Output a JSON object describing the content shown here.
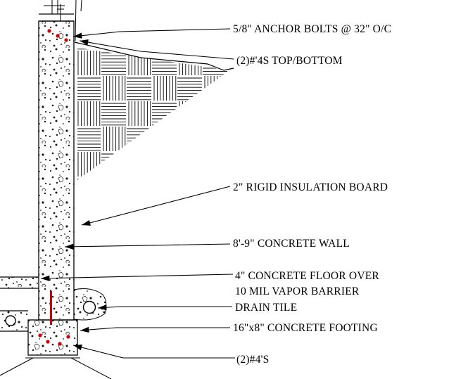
{
  "drawing": {
    "labels": {
      "anchor_bolts": "5/8\" ANCHOR BOLTS @ 32\" O/C",
      "top_bottom_rebar": "(2)#'4S TOP/BOTTOM",
      "insulation": "2\" RIGID INSULATION BOARD",
      "concrete_wall": "8'-9\" CONCRETE WALL",
      "floor_line1": "4\" CONCRETE FLOOR OVER",
      "floor_line2": "10 MIL VAPOR BARRIER",
      "drain_tile": "DRAIN TILE",
      "footing": "16\"x8\" CONCRETE FOOTING",
      "footing_rebar": "(2)#4'S"
    },
    "colors": {
      "line": "#000000",
      "rebar": "#cc0000",
      "background": "#ffffff"
    }
  }
}
